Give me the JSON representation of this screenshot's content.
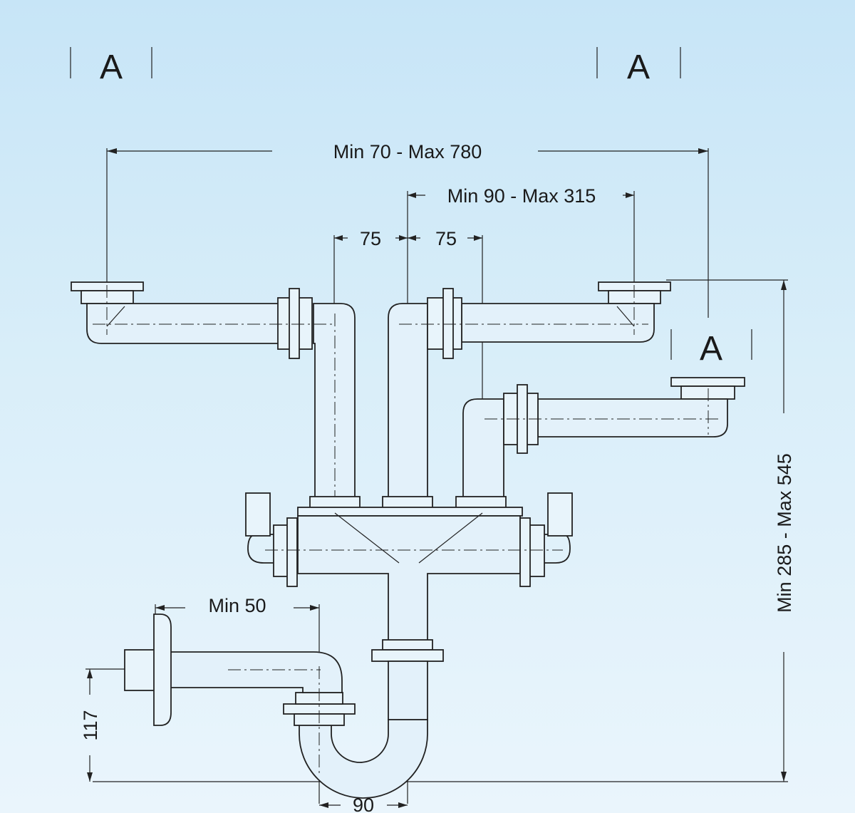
{
  "markers": {
    "top_left": "A",
    "top_right": "A",
    "side": "A"
  },
  "dimensions": {
    "overall_width": "Min 70 - Max 780",
    "inner_width": "Min 90 - Max 315",
    "offset_left": "75",
    "offset_right": "75",
    "outlet_min": "Min 50",
    "bottom_width": "90",
    "outlet_height": "117",
    "total_height": "Min 285 - Max 545"
  },
  "colors": {
    "background_top": "#c7e5f7",
    "background_bottom": "#eaf5fc",
    "line": "#222222"
  }
}
